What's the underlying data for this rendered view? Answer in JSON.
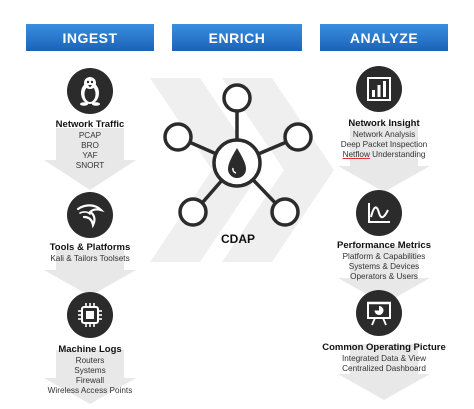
{
  "banners": {
    "ingest": "INGEST",
    "enrich": "ENRICH",
    "analyze": "ANALYZE"
  },
  "colors": {
    "banner": "#1e6fc8",
    "icon_bg": "#2b2b2b",
    "chevron": "#f0f0f0",
    "fade_arrow": "#e6e6e6"
  },
  "hub": {
    "label": "CDAP",
    "center_icon": "water-drop-icon"
  },
  "ingest": [
    {
      "icon": "linux-penguin-icon",
      "title": "Network Traffic",
      "lines": [
        "PCAP",
        "BRO",
        "YAF",
        "SNORT"
      ]
    },
    {
      "icon": "kali-dragon-icon",
      "title": "Tools & Platforms",
      "lines": [
        "Kali & Tailors Toolsets"
      ]
    },
    {
      "icon": "cpu-chip-icon",
      "title": "Machine Logs",
      "lines": [
        "Routers",
        "Systems",
        "Firewall",
        "Wireless Access Points"
      ]
    }
  ],
  "analyze": [
    {
      "icon": "bar-chart-icon",
      "title": "Network Insight",
      "lines": [
        "Network Analysis",
        "Deep Packet Inspection"
      ],
      "line3_underlined": "Netflow",
      "line3_rest": " Understanding"
    },
    {
      "icon": "line-graph-icon",
      "title": "Performance Metrics",
      "lines": [
        "Platform & Capabilities",
        "Systems & Devices",
        "Operators & Users"
      ]
    },
    {
      "icon": "presentation-icon",
      "title": "Common Operating Picture",
      "lines": [
        "Integrated Data & View",
        "Centralized Dashboard"
      ]
    }
  ]
}
